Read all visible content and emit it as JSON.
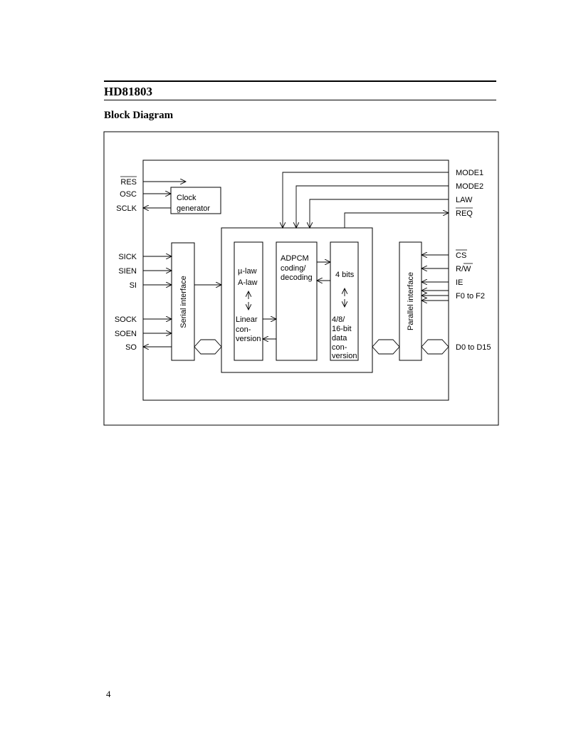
{
  "document": {
    "part_number": "HD81803",
    "section_title": "Block Diagram",
    "page_number": "4"
  },
  "diagram": {
    "left_pins": {
      "res": "RES",
      "osc": "OSC",
      "sclk": "SCLK",
      "sick": "SICK",
      "sien": "SIEN",
      "si": "SI",
      "sock": "SOCK",
      "soen": "SOEN",
      "so": "SO"
    },
    "right_pins": {
      "mode1": "MODE1",
      "mode2": "MODE2",
      "law": "LAW",
      "req": "REQ",
      "cs": "CS",
      "rw": "R/W",
      "ie": "IE",
      "f0_f2": "F0 to F2",
      "d0_d15": "D0 to D15"
    },
    "blocks": {
      "clock_generator": [
        "Clock",
        "generator"
      ],
      "serial_interface": "Serial interface",
      "law_conversion": {
        "mu_law": "µ-law",
        "a_law": "A-law",
        "linear": [
          "Linear",
          "con-",
          "version"
        ]
      },
      "adpcm": [
        "ADPCM",
        "coding/",
        "decoding"
      ],
      "bit_conversion": {
        "four_bits": "4 bits",
        "data": [
          "4/8/",
          "16-bit",
          "data",
          "con-",
          "version"
        ]
      },
      "parallel_interface": "Parallel interface"
    }
  }
}
